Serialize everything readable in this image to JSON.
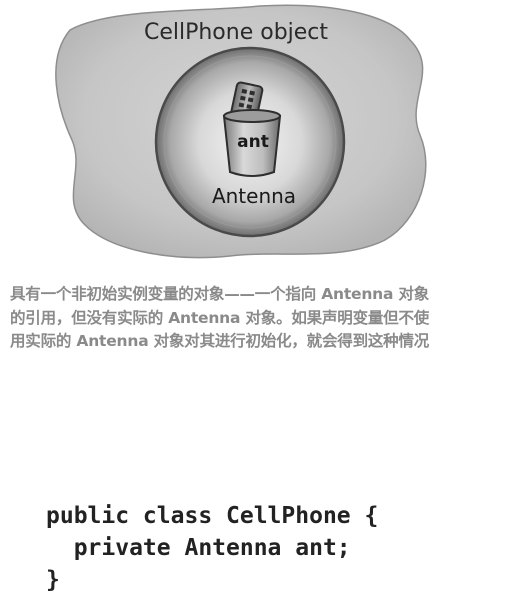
{
  "diagram": {
    "object_label": "CellPhone object",
    "reference_label": "ant",
    "type_label": "Antenna"
  },
  "caption": {
    "lines": [
      "具有一个非初始实例变量的对象——一个指向 Antenna 对象",
      "的引用，但没有实际的 Antenna 对象。如果声明变量但不使",
      "用实际的 Antenna 对象对其进行初始化，就会得到这种情况"
    ]
  },
  "code": {
    "lines": [
      "public class CellPhone {",
      "  private Antenna ant;",
      "}"
    ]
  }
}
